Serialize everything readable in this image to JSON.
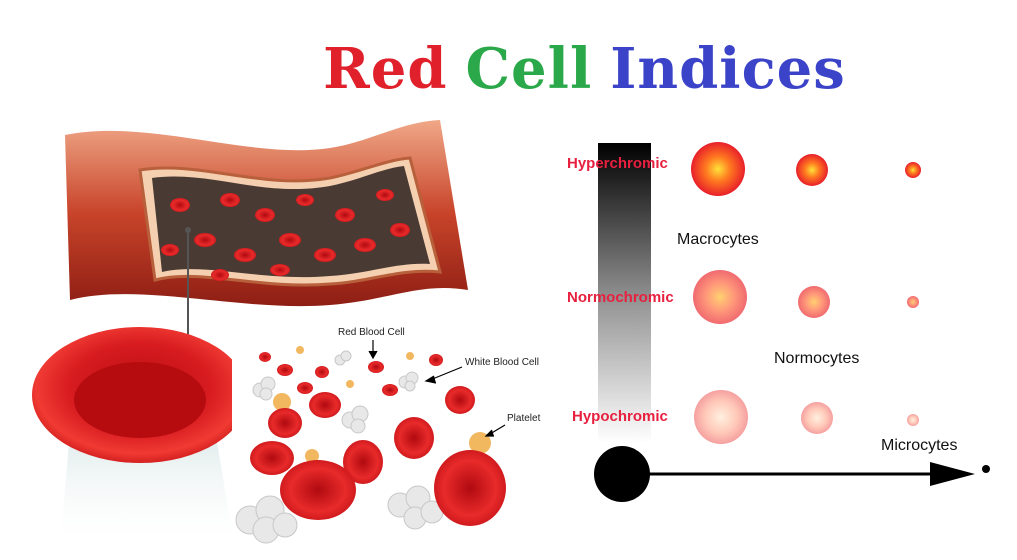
{
  "title": {
    "word1": "Red",
    "word2": "Cell",
    "word3": "Indices"
  },
  "colors": {
    "red": "#e0202a",
    "green": "#2aa84a",
    "blue": "#3b44c8",
    "label_red": "#e8203f"
  },
  "blood_labels": {
    "rbc": "Red Blood Cell",
    "wbc": "White Blood Cell",
    "platelet": "Platelet"
  },
  "chromia": {
    "hyper": "Hyperchromic",
    "normo": "Normochromic",
    "hypo": "Hypochromic"
  },
  "cell_sizes": {
    "macro": "Macrocytes",
    "normo": "Normocytes",
    "micro": "Microcytes"
  }
}
